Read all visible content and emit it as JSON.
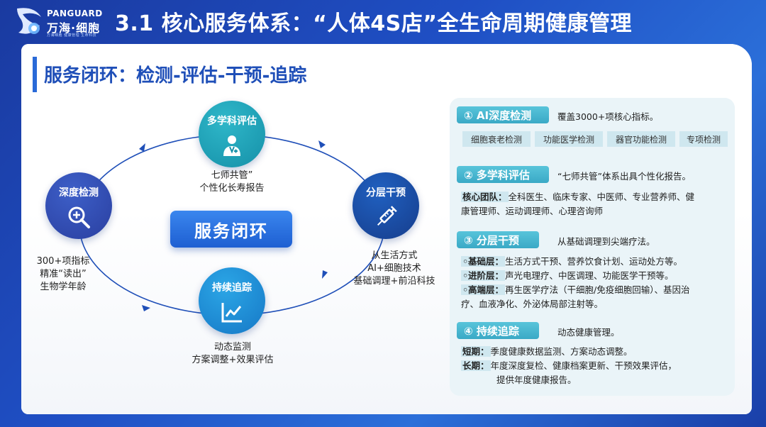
{
  "header": {
    "logo_en": "PANGUARD",
    "logo_cn": "万海·细胞",
    "logo_sub": "万海细胞 健康管理 生命科技",
    "title": "3.1 核心服务体系：“人体4S店”全生命周期健康管理"
  },
  "section": {
    "title": "服务闭环：检测-评估-干预-追踪"
  },
  "loop": {
    "center": "服务闭环",
    "nodes": {
      "assess": {
        "title": "多学科评估",
        "caption1": "七师共管”",
        "caption2": "个性化长寿报告"
      },
      "detect": {
        "title": "深度检测",
        "caption1": "300+项指标",
        "caption2": "精准“读出”",
        "caption3": "生物学年龄"
      },
      "intervene": {
        "title": "分层干预",
        "caption1": "从生活方式",
        "caption2": "AI+细胞技术",
        "caption3": "基础调理+前沿科技"
      },
      "track": {
        "title": "持续追踪",
        "caption1": "动态监测",
        "caption2": "方案调整+效果评估"
      }
    }
  },
  "panel": {
    "s1": {
      "label": "① AI深度检测",
      "desc": "覆盖3000+项核心指标。",
      "tags": [
        "细胞衰老检测",
        "功能医学检测",
        "器官功能检测",
        "专项检测"
      ]
    },
    "s2": {
      "label": "② 多学科评估",
      "desc": "“七师共管”体系出具个性化报告。",
      "team_label": "核心团队：",
      "team_line1": "全科医生、临床专家、中医师、专业营养师、健",
      "team_line2": "康管理师、运动调理师、心理咨询师"
    },
    "s3": {
      "label": "③ 分层干预",
      "desc": "从基础调理到尖端疗法。",
      "basic_label": "◦基础层：",
      "basic": "生活方式干预、营养饮食计划、运动处方等。",
      "mid_label": "◦进阶层：",
      "mid": "声光电理疗、中医调理、功能医学干预等。",
      "high_label": "◦高端层：",
      "high1": "再生医学疗法（干细胞/免疫细胞回输）、基因治",
      "high2": "疗、血液净化、外泌体局部注射等。"
    },
    "s4": {
      "label": "④ 持续追踪",
      "desc": "动态健康管理。",
      "short_label": "短期：",
      "short": "季度健康数据监测、方案动态调整。",
      "long_label": "长期：",
      "long1": "年度深度复检、健康档案更新、干预效果评估，",
      "long2": "提供年度健康报告。"
    }
  },
  "colors": {
    "primary": "#1f4fb8",
    "teal": "#3aa9c6",
    "panel": "#eaf4f8"
  },
  "icons": {
    "assess": "doctor-icon",
    "detect": "magnifier-plus-icon",
    "intervene": "syringe-icon",
    "track": "trend-chart-icon"
  }
}
